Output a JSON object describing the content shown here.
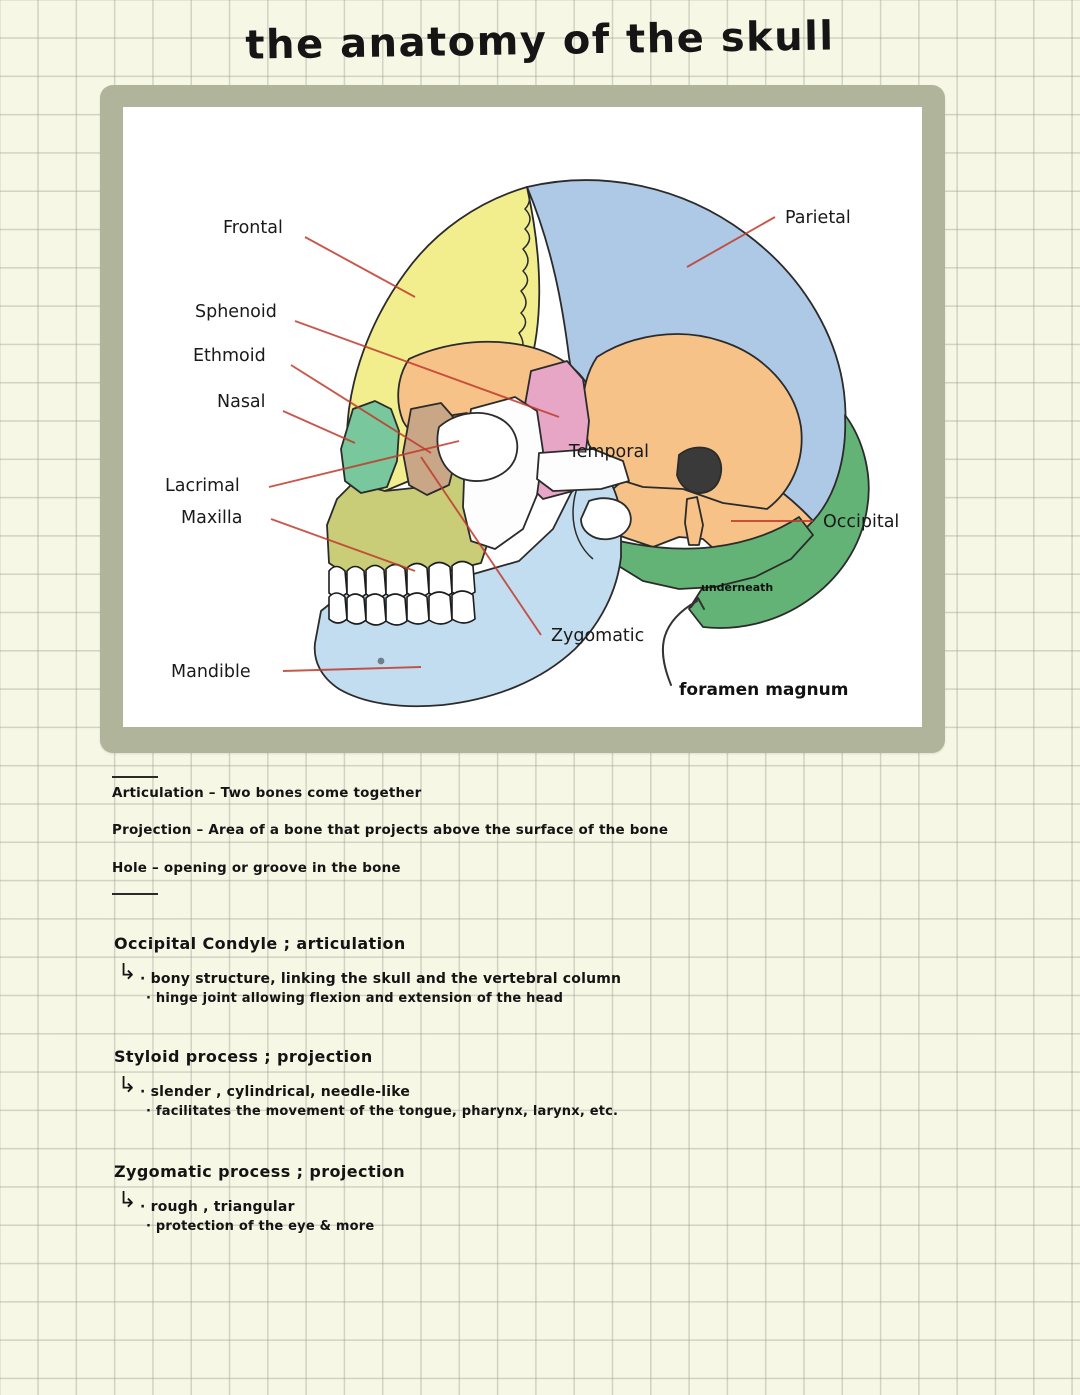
{
  "page": {
    "title": "the anatomy of the skull",
    "paper_color": "#f6f7e5",
    "grid_color": "#96988c",
    "frame_color": "#b0b49a",
    "canvas_color": "#ffffff"
  },
  "diagram": {
    "name": "lateral-view-skull-diagram",
    "leader_line_color": "#c0392b",
    "labels": [
      {
        "id": "frontal",
        "text": "Frontal",
        "bone_color": "#f2ee8e"
      },
      {
        "id": "sphenoid",
        "text": "Sphenoid",
        "bone_color": "#e8a6c6"
      },
      {
        "id": "ethmoid",
        "text": "Ethmoid",
        "bone_color": "#c8a686"
      },
      {
        "id": "nasal",
        "text": "Nasal",
        "bone_color": "#79c79c"
      },
      {
        "id": "lacrimal",
        "text": "Lacrimal",
        "bone_color": "#e8795a"
      },
      {
        "id": "maxilla",
        "text": "Maxilla",
        "bone_color": "#c9cd78"
      },
      {
        "id": "mandible",
        "text": "Mandible",
        "bone_color": "#c3ddf0"
      },
      {
        "id": "parietal",
        "text": "Parietal",
        "bone_color": "#aec9e6"
      },
      {
        "id": "temporal",
        "text": "Temporal",
        "bone_color": "#f6c288"
      },
      {
        "id": "occipital",
        "text": "Occipital",
        "bone_color": "#63b377"
      },
      {
        "id": "zygomatic",
        "text": "Zygomatic",
        "bone_color": "#fdfdfd"
      }
    ],
    "annotations": [
      {
        "id": "underneath",
        "text": "underneath"
      },
      {
        "id": "foramen-magnum",
        "text": "foramen magnum"
      }
    ]
  },
  "notes": {
    "definitions": [
      "Articulation  –  Two bones  come together",
      "Projection  –  Area of a bone  that projects above the  surface of the bone",
      "Hole – opening or groove in the bone"
    ],
    "sections": [
      {
        "heading": "Occipital Condyle ; articulation",
        "arrow": "↳",
        "bullets": [
          "· bony structure, linking the skull and the vertebral column",
          "· hinge joint allowing flexion and extension of the head"
        ]
      },
      {
        "heading": "Styloid process ; projection",
        "arrow": "↳",
        "bullets": [
          "· slender , cylindrical, needle-like",
          "· facilitates the movement of the tongue, pharynx, larynx, etc."
        ]
      },
      {
        "heading": "Zygomatic  process ; projection",
        "arrow": "↳",
        "bullets": [
          "· rough , triangular",
          "· protection of the eye & more"
        ]
      }
    ]
  }
}
